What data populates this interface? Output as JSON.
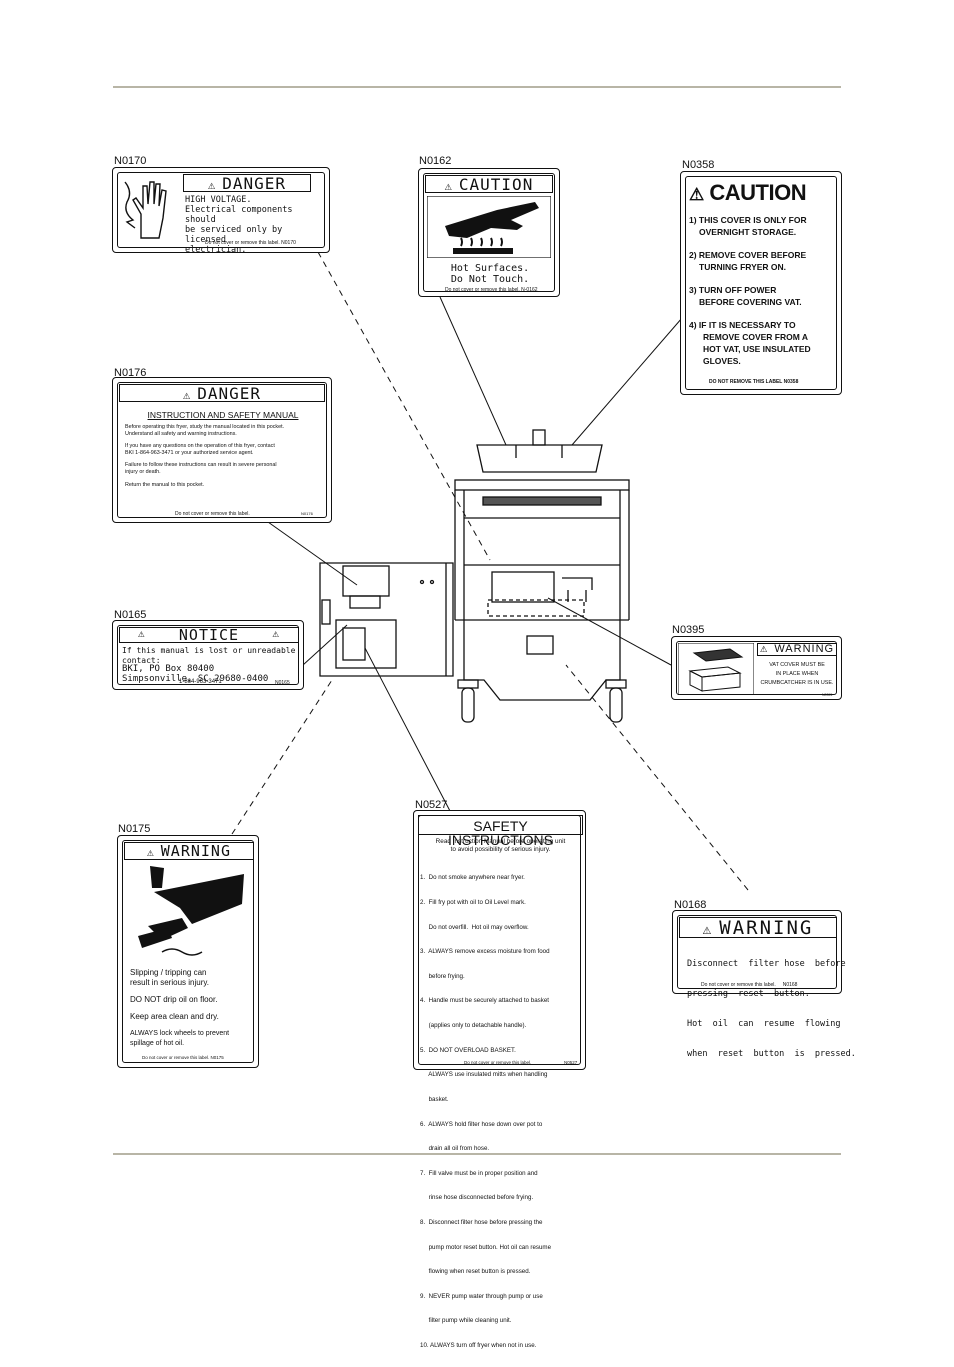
{
  "labels": {
    "n0170": {
      "code": "N0170",
      "header": "DANGER",
      "text": [
        "HIGH VOLTAGE.",
        "Electrical components should",
        "be serviced only by licensed",
        "electrician."
      ],
      "footer": "Do not cover or remove this label.  N0170"
    },
    "n0162": {
      "code": "N0162",
      "header": "CAUTION",
      "text": [
        "Hot Surfaces.",
        "Do Not Touch."
      ],
      "footer": "Do not cover or remove this label.  N-0162"
    },
    "n0358": {
      "code": "N0358",
      "header": "CAUTION",
      "items": [
        [
          "1) THIS COVER IS ONLY FOR",
          "OVERNIGHT STORAGE."
        ],
        [
          "2) REMOVE COVER BEFORE",
          "TURNING FRYER ON."
        ],
        [
          "3) TURN OFF POWER",
          "BEFORE COVERING VAT."
        ],
        [
          "4) IF IT IS NECESSARY TO",
          "REMOVE COVER FROM A",
          "HOT VAT, USE INSULATED",
          "GLOVES."
        ]
      ],
      "footer": "DO NOT REMOVE THIS LABEL   N0358"
    },
    "n0176": {
      "code": "N0176",
      "header": "DANGER",
      "subheader": "INSTRUCTION AND SAFETY MANUAL",
      "text": [
        "Before operating this fryer, study the manual located in this pocket.",
        "Understand all safety and warning instructions.",
        "",
        "If you have any questions on the operation of this fryer, contact",
        "BKI   1-864-963-3471 or your authorized service agent.",
        "",
        "Failure to follow these instructions can result in severe personal",
        "injury or death.",
        "",
        "Return the manual to this pocket."
      ],
      "footer": "Do not cover or remove this label.",
      "footer_code": "N0176"
    },
    "n0165": {
      "code": "N0165",
      "header": "NOTICE",
      "text": [
        "If this manual is lost or unreadable contact:",
        "BKI, PO Box 80400",
        "Simpsonville, SC    29680-0400"
      ],
      "phone": "1-864-963-3471",
      "footer_code": "N0165"
    },
    "n0395": {
      "code": "N0395",
      "header": "WARNING",
      "text": [
        "VAT COVER MUST BE",
        "IN PLACE WHEN",
        "CRUMBCATCHER IS IN USE."
      ],
      "footer_code": "N0395"
    },
    "n0175": {
      "code": "N0175",
      "header": "WARNING",
      "text": [
        "Slipping / tripping   can",
        "result in serious injury.",
        "",
        "DO NOT drip oil on floor.",
        "",
        "Keep area clean and dry.",
        "",
        "ALWAYS lock wheels to prevent",
        "spillage of hot oil."
      ],
      "footer": "Do not cover or remove this label.   N0175"
    },
    "n0527": {
      "code": "N0527",
      "header": "SAFETY INSTRUCTIONS",
      "intro": [
        "Read Instruction Manual before operating unit",
        "to avoid possibility of serious injury."
      ],
      "items": [
        "1.  Do not smoke anywhere near fryer.",
        "2.  Fill fry pot with oil to Oil Level mark.",
        "     Do not overfill.  Hot oil may overflow.",
        "3.  ALWAYS remove excess moisture from food",
        "     before frying.",
        "4.  Handle must be securely attached to basket",
        "     (applies only to detachable handle).",
        "5.  DO NOT OVERLOAD BASKET.",
        "     ALWAYS use insulated mitts when handling",
        "     basket.",
        "6.  ALWAYS hold filter hose down over pot to",
        "     drain all oil from hose.",
        "7.  Fill valve must be in proper position and",
        "     rinse hose disconnected before frying.",
        "8.  Disconnect filter hose before pressing the",
        "     pump motor reset button. Hot oil can resume",
        "     flowing when reset button is pressed.",
        "9.  NEVER pump water through pump or use",
        "     filter pump while cleaning unit.",
        "10. ALWAYS turn off fryer when not in use."
      ],
      "footer": "Do not cover or remove this label.",
      "footer_code": "N0527"
    },
    "n0168": {
      "code": "N0168",
      "header": "WARNING",
      "text": [
        "Disconnect  filter hose  before",
        "pressing  reset  button.",
        "Hot  oil  can  resume  flowing",
        "when  reset  button  is  pressed."
      ],
      "footer": "Do not cover or remove this label.     N0168"
    }
  },
  "colors": {
    "rule": "#b8b5a6",
    "ink": "#111111"
  }
}
